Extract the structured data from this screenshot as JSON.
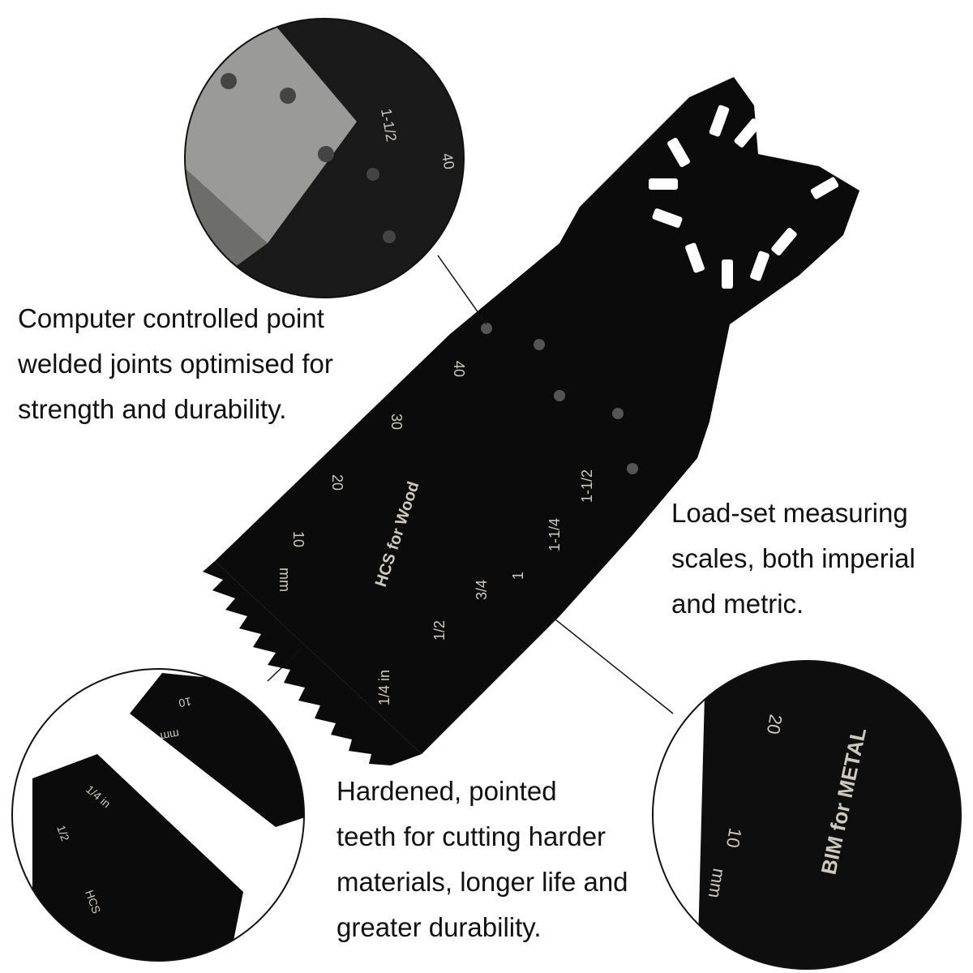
{
  "captions": {
    "joints": [
      "Computer controlled point",
      "welded joints optimised for",
      "strength and durability."
    ],
    "scales": [
      "Load-set measuring",
      "scales, both imperial",
      "and metric."
    ],
    "teeth": [
      "Hardened, pointed",
      "teeth for cutting harder",
      "materials, longer life and",
      "greater durability."
    ]
  },
  "blade": {
    "label": "HCS for Wood",
    "metric_ticks": [
      "mm",
      "10",
      "20",
      "30",
      "40"
    ],
    "imperial_ticks": [
      "1/4 in",
      "1/2",
      "3/4",
      "1",
      "1-1/4",
      "1-1/2"
    ]
  },
  "detail_circles": {
    "top_left_ticks": [
      "1-1/2",
      "40"
    ],
    "bottom_left_ticks": [
      "10",
      "mm",
      "HCS",
      "1/4 in",
      "1/2"
    ],
    "bottom_right_label": "BIM for METAL",
    "bottom_right_ticks": [
      "20",
      "10",
      "mm"
    ]
  },
  "colors": {
    "blade": "#0b0b0b",
    "scale_print": "#cfc9bb",
    "text": "#111111"
  }
}
